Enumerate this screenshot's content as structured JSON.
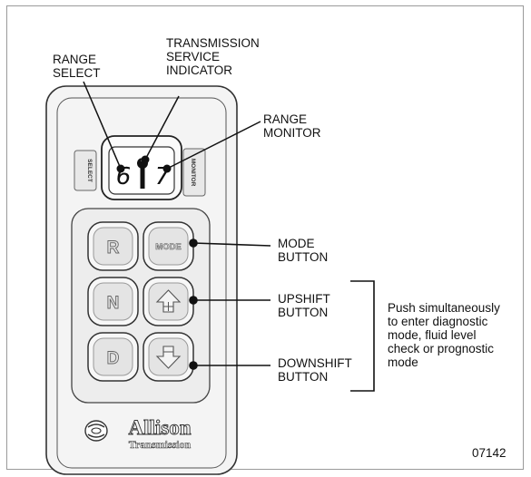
{
  "callouts": {
    "range_select": "RANGE\nSELECT",
    "service_indicator": "TRANSMISSION\nSERVICE\nINDICATOR",
    "range_monitor": "RANGE\nMONITOR",
    "mode_button": "MODE\nBUTTON",
    "upshift_button": "UPSHIFT\nBUTTON",
    "downshift_button": "DOWNSHIFT\nBUTTON",
    "note": "Push simultaneously\nto enter diagnostic\nmode, fluid level\ncheck or prognostic\nmode"
  },
  "display": {
    "range_select_digit": "6",
    "range_monitor_digit": "7",
    "left_side_label": "SELECT",
    "right_side_label": "MONITOR"
  },
  "keys": {
    "r": "R",
    "n": "N",
    "d": "D",
    "mode": "MODE"
  },
  "brand": {
    "name": "Allison",
    "sub": "Transmission"
  },
  "figure_number": "07142"
}
